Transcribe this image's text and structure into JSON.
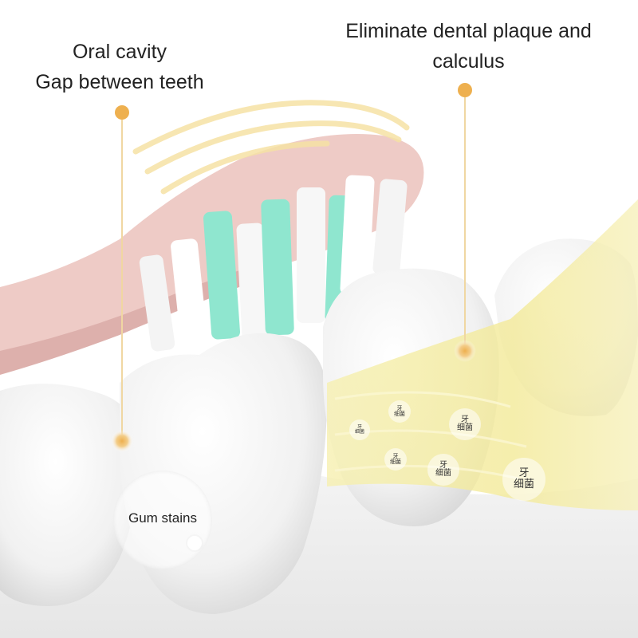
{
  "captions": {
    "left_line1": "Oral cavity",
    "left_line2": "Gap between teeth",
    "right_line1": "Eliminate dental plaque and",
    "right_line2": "calculus",
    "gum_stains": "Gum stains"
  },
  "bacteria": [
    {
      "line1": "牙",
      "line2": "细菌"
    },
    {
      "line1": "牙",
      "line2": "细菌"
    },
    {
      "line1": "牙",
      "line2": "细菌"
    },
    {
      "line1": "牙",
      "line2": "细菌"
    },
    {
      "line1": "牙",
      "line2": "细菌"
    },
    {
      "line1": "牙",
      "line2": "细菌"
    }
  ],
  "colors": {
    "handle": "#eecbc6",
    "bristle_teal": "#8fe6cf",
    "plaque_yellow": "#f5ec9a",
    "marker_gold": "#eeb04f"
  }
}
